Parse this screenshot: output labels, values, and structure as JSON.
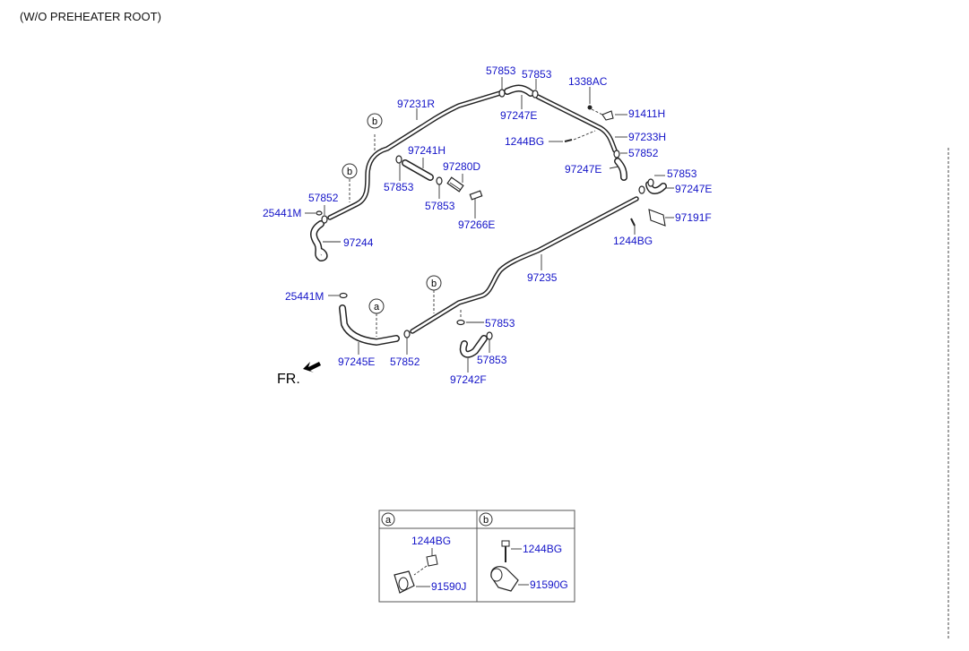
{
  "header": {
    "title": "(W/O PREHEATER ROOT)"
  },
  "labels": {
    "p57853_top_a": "57853",
    "p57853_top_b": "57853",
    "p1338AC": "1338AC",
    "p97231R": "97231R",
    "p91411H": "91411H",
    "p97247E_top": "97247E",
    "p97233H": "97233H",
    "p1244BG_top": "1244BG",
    "p97241H": "97241H",
    "p57852_right": "57852",
    "p97280D": "97280D",
    "p97247E_mid": "97247E",
    "p57853_r2": "57853",
    "p97247E_r2": "97247E",
    "p57853_mid": "57853",
    "p57852_left": "57852",
    "p57853_mid2": "57853",
    "p97191F": "97191F",
    "p25441M_top": "25441M",
    "p97266E": "97266E",
    "p1244BG_right": "1244BG",
    "p97244": "97244",
    "p97235": "97235",
    "p25441M_bot": "25441M",
    "p57853_low": "57853",
    "p97245E": "97245E",
    "p57852_low": "57852",
    "p57853_low2": "57853",
    "p97242F": "97242F",
    "fr": "FR."
  },
  "callouts": {
    "a": "a",
    "b": "b"
  },
  "legend": {
    "a": {
      "tag": "a",
      "bolt": "1244BG",
      "clamp": "91590J"
    },
    "b": {
      "tag": "b",
      "bolt": "1244BG",
      "clamp": "91590G"
    }
  },
  "colors": {
    "part_number": "#1414c8",
    "line": "#222222"
  }
}
